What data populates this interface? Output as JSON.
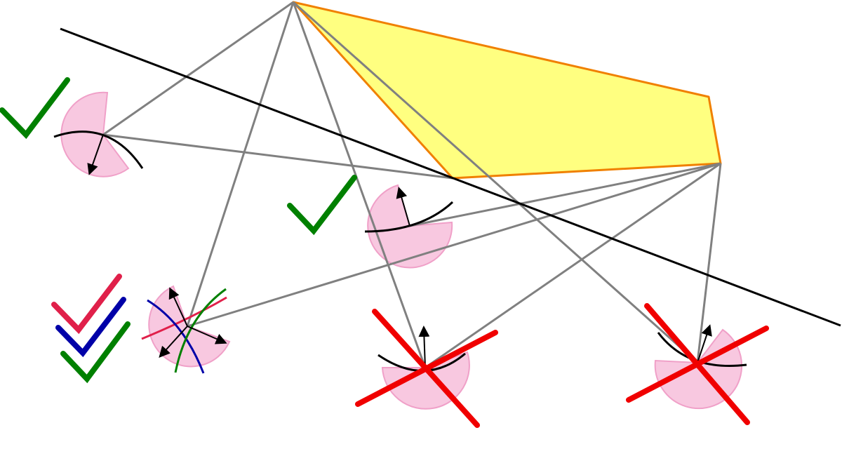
{
  "colors": {
    "background": "#ffffff",
    "polygon_fill": "#ffff80",
    "polygon_stroke": "#f08000",
    "sight_line": "#808080",
    "separator_line": "#000000",
    "wedge_fill": "#f8c8e0",
    "wedge_stroke": "#f0a0c8",
    "curve": "#000000",
    "check_green": "#008000",
    "check_red": "#e0204a",
    "check_blue": "#0000a8",
    "cross_red": "#f00000"
  },
  "icons": {
    "valid": "check-mark-icon",
    "invalid": "cross-mark-icon",
    "normal_direction": "arrow-icon"
  },
  "cases": [
    {
      "id": "top-left",
      "verdict": "valid",
      "check_colors": [
        "green"
      ]
    },
    {
      "id": "center",
      "verdict": "valid",
      "check_colors": [
        "green"
      ]
    },
    {
      "id": "bottom-left",
      "verdict": "valid",
      "check_colors": [
        "red",
        "blue",
        "green"
      ]
    },
    {
      "id": "bottom-center",
      "verdict": "invalid"
    },
    {
      "id": "bottom-right",
      "verdict": "invalid"
    }
  ]
}
